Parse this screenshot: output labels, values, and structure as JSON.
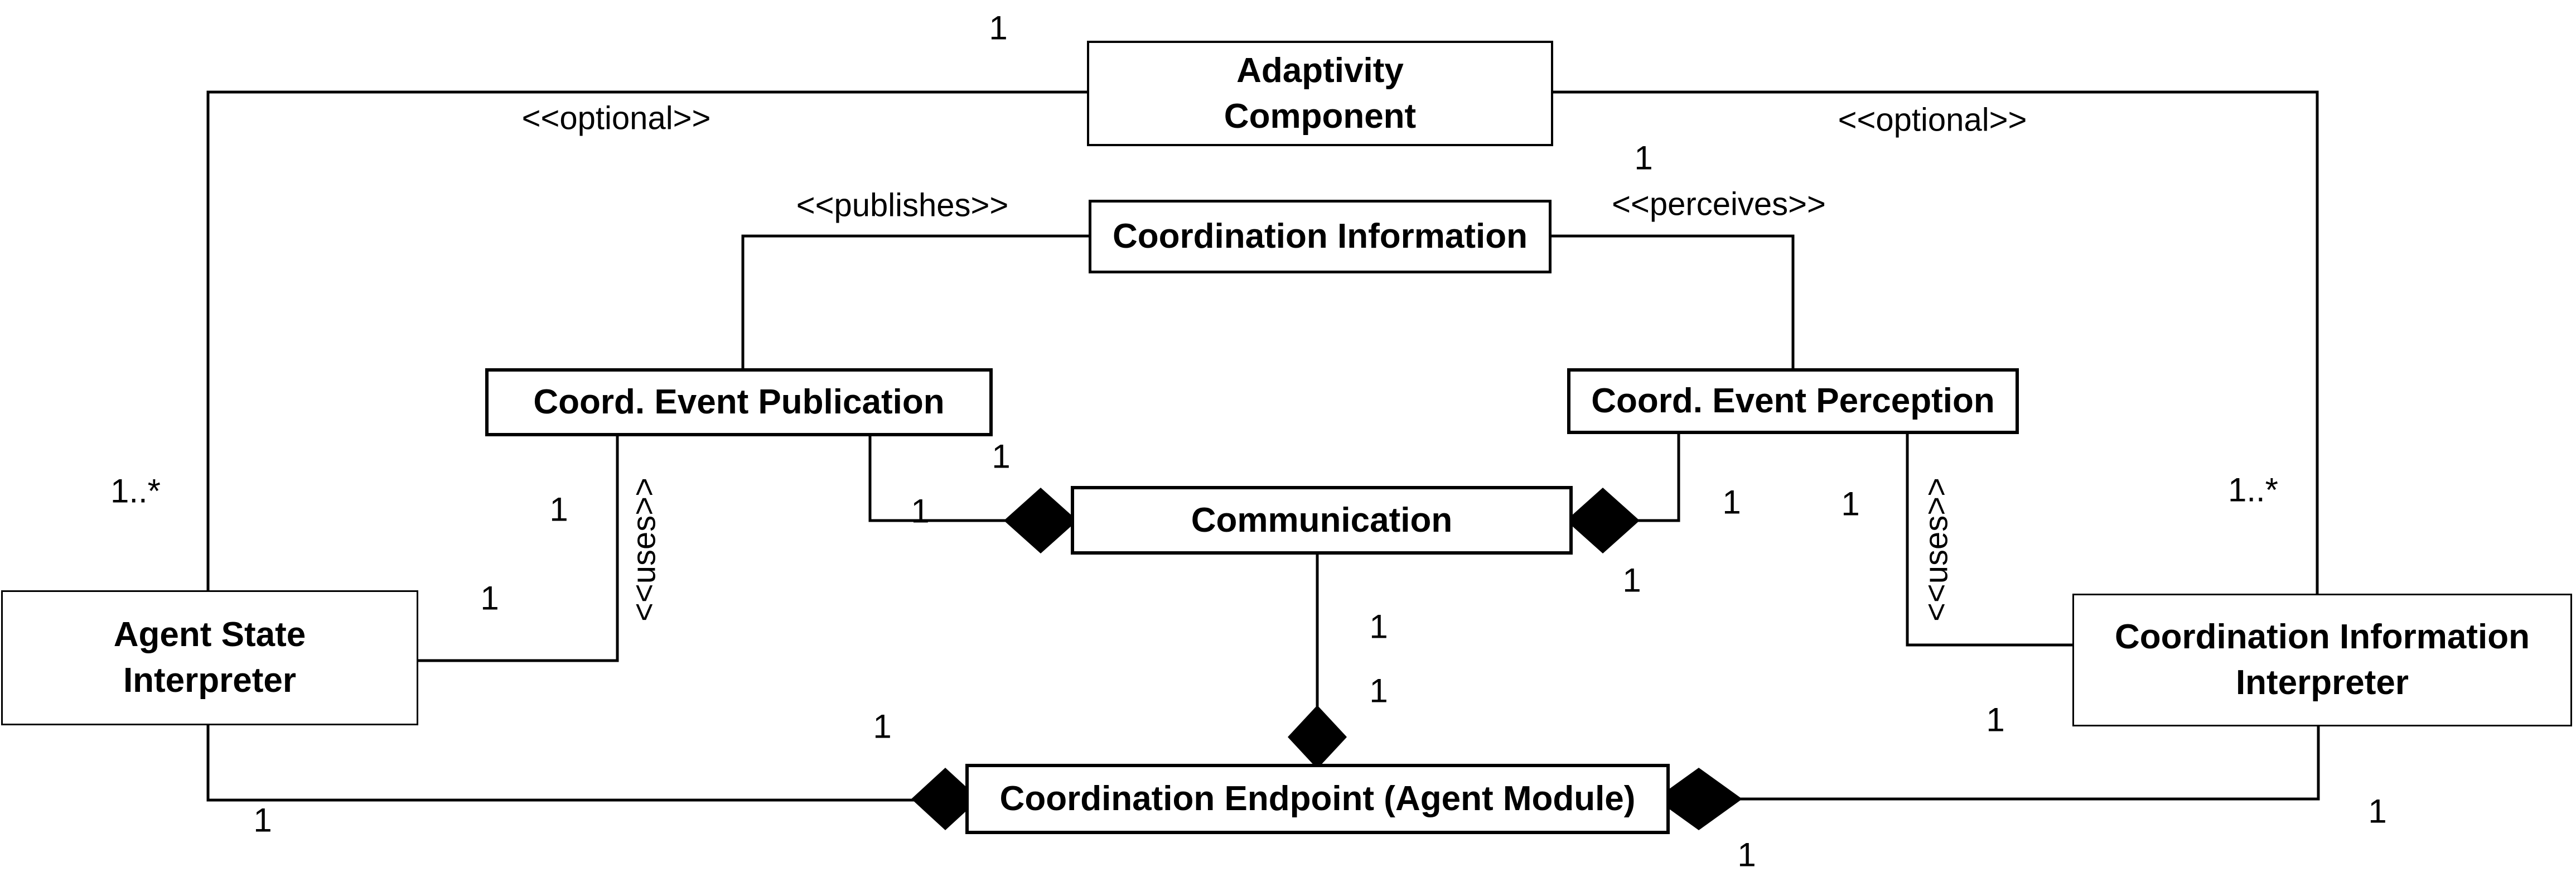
{
  "canvas": {
    "background_color": "#ffffff",
    "line_color": "#000000",
    "text_color": "#000000"
  },
  "nodes": {
    "adaptivity_component": {
      "label": "Adaptivity\nComponent"
    },
    "coordination_information": {
      "label": "Coordination Information"
    },
    "coord_event_publication": {
      "label": "Coord. Event Publication"
    },
    "coord_event_perception": {
      "label": "Coord. Event Perception"
    },
    "communication": {
      "label": "Communication"
    },
    "agent_state_interpreter": {
      "label": "Agent State\nInterpreter"
    },
    "coordination_information_interpreter": {
      "label": "Coordination Information\nInterpreter"
    },
    "coordination_endpoint": {
      "label": "Coordination Endpoint (Agent Module)"
    }
  },
  "stereotypes": {
    "optional_left": "<<optional>>",
    "optional_right": "<<optional>>",
    "publishes": "<<publishes>>",
    "perceives": "<<perceives>>",
    "uses_left": "<<uses>>",
    "uses_right": "<<uses>>"
  },
  "multiplicities": {
    "adaptivity_left": "1",
    "adaptivity_right": "1",
    "asi_optional": "1..*",
    "cii_optional": "1..*",
    "publication_uses": "1",
    "asi_uses": "1",
    "publication_comm": "1",
    "comm_left": "1",
    "perception_comm": "1",
    "perception_uses": "1",
    "comm_right": "1",
    "cii_uses": "1",
    "comm_endpoint_upper": "1",
    "comm_endpoint_lower": "1",
    "endpoint_left": "1",
    "asi_bottom": "1",
    "endpoint_right_bottom": "1",
    "cii_bottom": "1"
  }
}
